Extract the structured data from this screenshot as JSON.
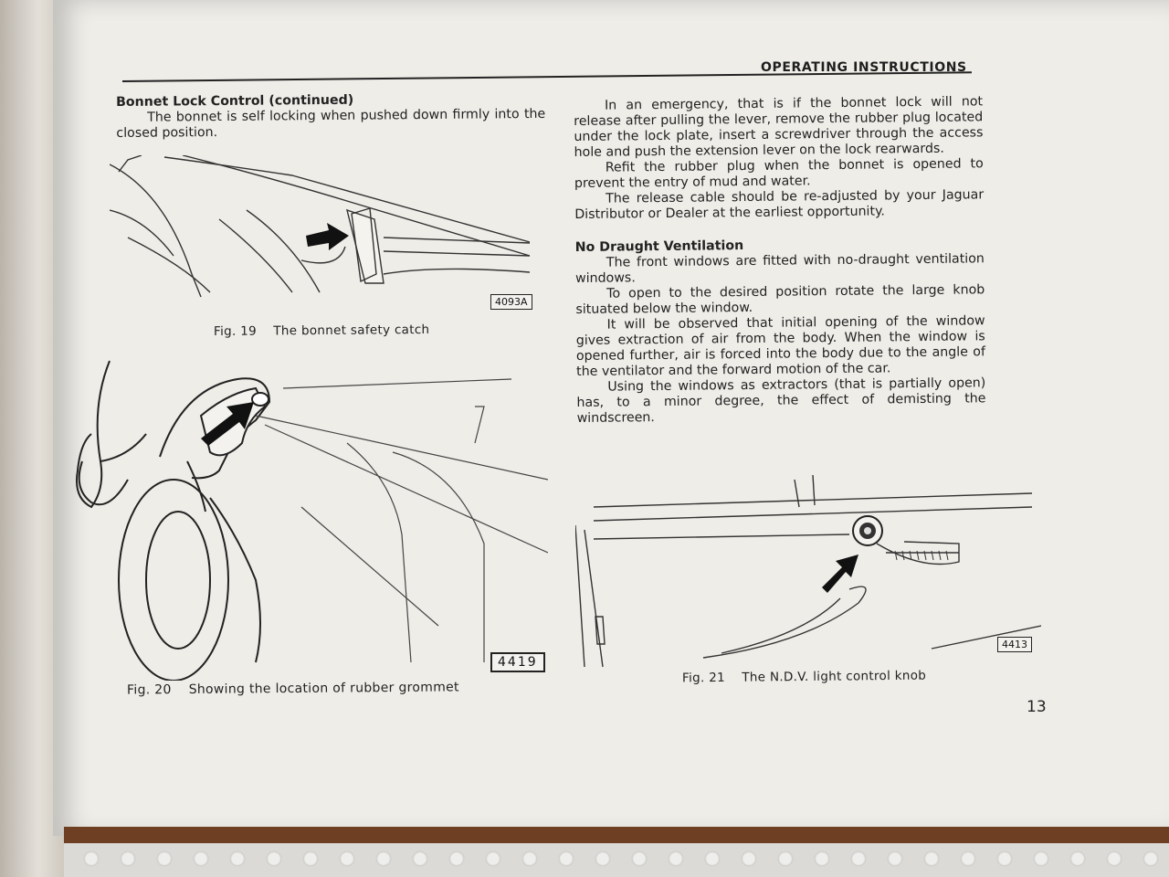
{
  "header": {
    "title": "OPERATING INSTRUCTIONS"
  },
  "left": {
    "heading": "Bonnet Lock Control (continued)",
    "para": "The bonnet is self locking when pushed down firmly into the closed position."
  },
  "figures": {
    "fig19": {
      "label": "Fig. 19",
      "caption": "The bonnet safety catch",
      "code": "4093A"
    },
    "fig20": {
      "label": "Fig. 20",
      "caption": "Showing the location of rubber grommet",
      "code": "4419"
    },
    "fig21": {
      "label": "Fig. 21",
      "caption": "The N.D.V. light control knob",
      "code": "4413"
    }
  },
  "right": {
    "p1": "In an emergency, that is if the bonnet lock will not release after pulling the lever, remove the rubber plug located under the lock plate, insert a screwdriver through the access hole and push the extension lever on the lock rearwards.",
    "p2": "Refit the rubber plug when the bonnet is opened to prevent the entry of mud and water.",
    "p3": "The release cable should be re-adjusted by your Jaguar Distributor or Dealer at the earliest opportunity.",
    "heading2": "No Draught Ventilation",
    "p4": "The front windows are fitted with no-draught ventilation windows.",
    "p5": "To open to the desired position rotate the large knob situated below the window.",
    "p6": "It will be observed that initial opening of the window gives extraction of air from the body. When the window is opened further, air is forced into the body due to the angle of the ventilator and the forward motion of the car.",
    "p7": "Using the windows as extractors (that is partially open) has, to a minor degree, the effect of demisting the windscreen."
  },
  "page_number": "13"
}
